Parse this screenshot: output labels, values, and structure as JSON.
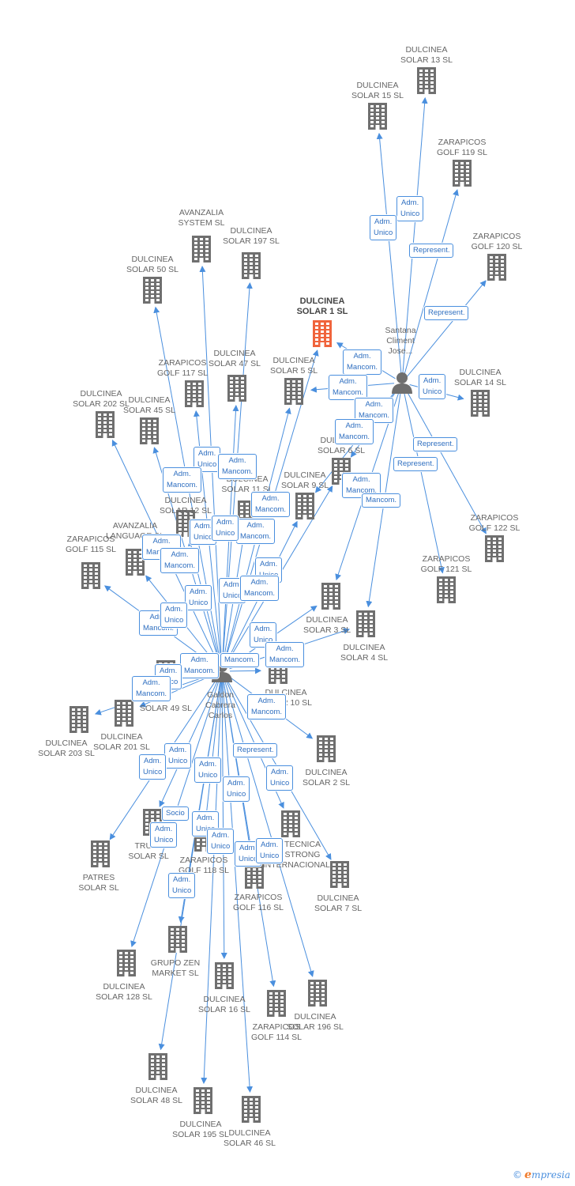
{
  "colors": {
    "edge": "#4a8fde",
    "building": "#6f6f6f",
    "main_building": "#f0643c",
    "person": "#6f6f6f"
  },
  "footer": {
    "copyright": "©",
    "brand": "mpresia",
    "brand_initial": "e"
  },
  "persons": [
    {
      "id": "santana",
      "label": "Santana\nCliment\nJose..."
    },
    {
      "id": "galdon",
      "label": "Galdon\nCabrera\nCarlos"
    }
  ],
  "companies": [
    {
      "id": "main",
      "label": "DULCINEA\nSOLAR 1 SL",
      "main": true
    },
    {
      "id": "s13",
      "label": "DULCINEA\nSOLAR 13 SL"
    },
    {
      "id": "s15",
      "label": "DULCINEA\nSOLAR 15 SL"
    },
    {
      "id": "g119",
      "label": "ZARAPICOS\nGOLF 119 SL"
    },
    {
      "id": "g120",
      "label": "ZARAPICOS\nGOLF 120 SL"
    },
    {
      "id": "s14",
      "label": "DULCINEA\nSOLAR 14 SL"
    },
    {
      "id": "g122",
      "label": "ZARAPICOS\nGOLF 122 SL"
    },
    {
      "id": "g121",
      "label": "ZARAPICOS\nGOLF 121 SL"
    },
    {
      "id": "avsys",
      "label": "AVANZALIA\nSYSTEM SL"
    },
    {
      "id": "s197",
      "label": "DULCINEA\nSOLAR 197 SL"
    },
    {
      "id": "s50",
      "label": "DULCINEA\nSOLAR 50 SL"
    },
    {
      "id": "s5",
      "label": "DULCINEA\nSOLAR 5 SL"
    },
    {
      "id": "g117",
      "label": "ZARAPICOS\nGOLF 117 SL"
    },
    {
      "id": "s47",
      "label": "DULCINEA\nSOLAR 47 SL"
    },
    {
      "id": "s202",
      "label": "DULCINEA\nSOLAR 202 SL"
    },
    {
      "id": "s45",
      "label": "DULCINEA\nSOLAR 45 SL"
    },
    {
      "id": "s6",
      "label": "DULCINEA\nSOLAR 6 SL"
    },
    {
      "id": "s9",
      "label": "DULCINEA\nSOLAR 9 SL"
    },
    {
      "id": "s12",
      "label": "DULCINEA\nSOLAR 12 SL"
    },
    {
      "id": "s11",
      "label": "DULCINEA\nSOLAR 11 SL"
    },
    {
      "id": "avlang",
      "label": "AVANZALIA\nLANGUAGE SL"
    },
    {
      "id": "g115",
      "label": "ZARAPICOS\nGOLF 115 SL"
    },
    {
      "id": "s3",
      "label": "DULCINEA\nSOLAR 3 SL"
    },
    {
      "id": "s4",
      "label": "DULCINEA\nSOLAR 4 SL"
    },
    {
      "id": "s49",
      "label": "SOLAR 49 SL"
    },
    {
      "id": "s10",
      "label": "DULCINEA\nSOLAR 10 SL"
    },
    {
      "id": "s203",
      "label": "DULCINEA\nSOLAR 203 SL"
    },
    {
      "id": "s201",
      "label": "DULCINEA\nSOLAR 201 SL"
    },
    {
      "id": "s2",
      "label": "DULCINEA\nSOLAR 2 SL"
    },
    {
      "id": "trust",
      "label": "TRUST\nSOLAR SL"
    },
    {
      "id": "patres",
      "label": "PATRES\nSOLAR SL"
    },
    {
      "id": "g118",
      "label": "ZARAPICOS\nGOLF 118 SL"
    },
    {
      "id": "techint",
      "label": "TECNICA\nSTRONG\nINTERNACIONAL SL"
    },
    {
      "id": "s7",
      "label": "DULCINEA\nSOLAR 7 SL"
    },
    {
      "id": "g116",
      "label": "ZARAPICOS\nGOLF 116 SL"
    },
    {
      "id": "zen",
      "label": "GRUPO ZEN\nMARKET  SL"
    },
    {
      "id": "s128",
      "label": "DULCINEA\nSOLAR 128 SL"
    },
    {
      "id": "s16",
      "label": "DULCINEA\nSOLAR 16 SL"
    },
    {
      "id": "s196",
      "label": "DULCINEA\nSOLAR 196 SL"
    },
    {
      "id": "g114",
      "label": "ZARAPICOS\nGOLF 114 SL"
    },
    {
      "id": "s48",
      "label": "DULCINEA\nSOLAR 48 SL"
    },
    {
      "id": "s195",
      "label": "DULCINEA\nSOLAR 195 SL"
    },
    {
      "id": "s46",
      "label": "DULCINEA\nSOLAR 46 SL"
    }
  ],
  "relations": [
    {
      "id": "r1",
      "label": "Adm.\nUnico"
    },
    {
      "id": "r2",
      "label": "Adm.\nUnico"
    },
    {
      "id": "r3",
      "label": "Represent."
    },
    {
      "id": "r4",
      "label": "Represent."
    },
    {
      "id": "r5",
      "label": "Adm.\nMancom."
    },
    {
      "id": "r6",
      "label": "Adm.\nMancom."
    },
    {
      "id": "r7",
      "label": "Adm.\nUnico"
    },
    {
      "id": "r8",
      "label": "Adm.\nMancom."
    },
    {
      "id": "r9",
      "label": "Adm.\nMancom."
    },
    {
      "id": "r10",
      "label": "Represent."
    },
    {
      "id": "r11",
      "label": "Represent."
    },
    {
      "id": "r12",
      "label": "Adm.\nMancom."
    },
    {
      "id": "r13",
      "label": "Mancom."
    },
    {
      "id": "r14",
      "label": "Adm.\nUnico"
    },
    {
      "id": "r15",
      "label": "Adm.\nMancom."
    },
    {
      "id": "r16",
      "label": "Adm.\nMancom."
    },
    {
      "id": "r17",
      "label": "Adm.\nMancom."
    },
    {
      "id": "r18",
      "label": "Adm.\nMancom."
    },
    {
      "id": "r19",
      "label": "Adm.\nUnico"
    },
    {
      "id": "r20",
      "label": "Adm.\nUnico"
    },
    {
      "id": "r21",
      "label": "Adm.\nMancom."
    },
    {
      "id": "r22",
      "label": "Adm.\nMancom."
    },
    {
      "id": "r23",
      "label": "Adm.\nUnico"
    },
    {
      "id": "r24",
      "label": "Adm.\nUnico"
    },
    {
      "id": "r25",
      "label": "Adm.\nUnico"
    },
    {
      "id": "r26",
      "label": "Adm.\nMancom."
    },
    {
      "id": "r27",
      "label": "Adm.\nMancom."
    },
    {
      "id": "r28",
      "label": "Adm.\nUnico"
    },
    {
      "id": "r29",
      "label": "Adm.\nUnico"
    },
    {
      "id": "r30",
      "label": "Adm.\nMancom."
    },
    {
      "id": "r31",
      "label": "Adm.\nMancom."
    },
    {
      "id": "r32",
      "label": "Mancom."
    },
    {
      "id": "r33",
      "label": "Adm.\nUnico"
    },
    {
      "id": "r34",
      "label": "Adm.\nMancom."
    },
    {
      "id": "r35",
      "label": "Adm.\nMancom."
    },
    {
      "id": "r36",
      "label": "Adm.\nUnico"
    },
    {
      "id": "r37",
      "label": "Adm.\nUnico"
    },
    {
      "id": "r38",
      "label": "Represent."
    },
    {
      "id": "r39",
      "label": "Adm.\nUnico"
    },
    {
      "id": "r40",
      "label": "Adm.\nUnico"
    },
    {
      "id": "r41",
      "label": "Adm.\nUnico"
    },
    {
      "id": "r42",
      "label": "Socio"
    },
    {
      "id": "r43",
      "label": "Adm.\nUnico"
    },
    {
      "id": "r44",
      "label": "Adm.\nUnico"
    },
    {
      "id": "r45",
      "label": "Adm.\nUnico"
    },
    {
      "id": "r46",
      "label": "Adm.\nUnico"
    },
    {
      "id": "r47",
      "label": "Adm.\nUnico"
    },
    {
      "id": "r48",
      "label": "Adm.\nUnico"
    }
  ]
}
